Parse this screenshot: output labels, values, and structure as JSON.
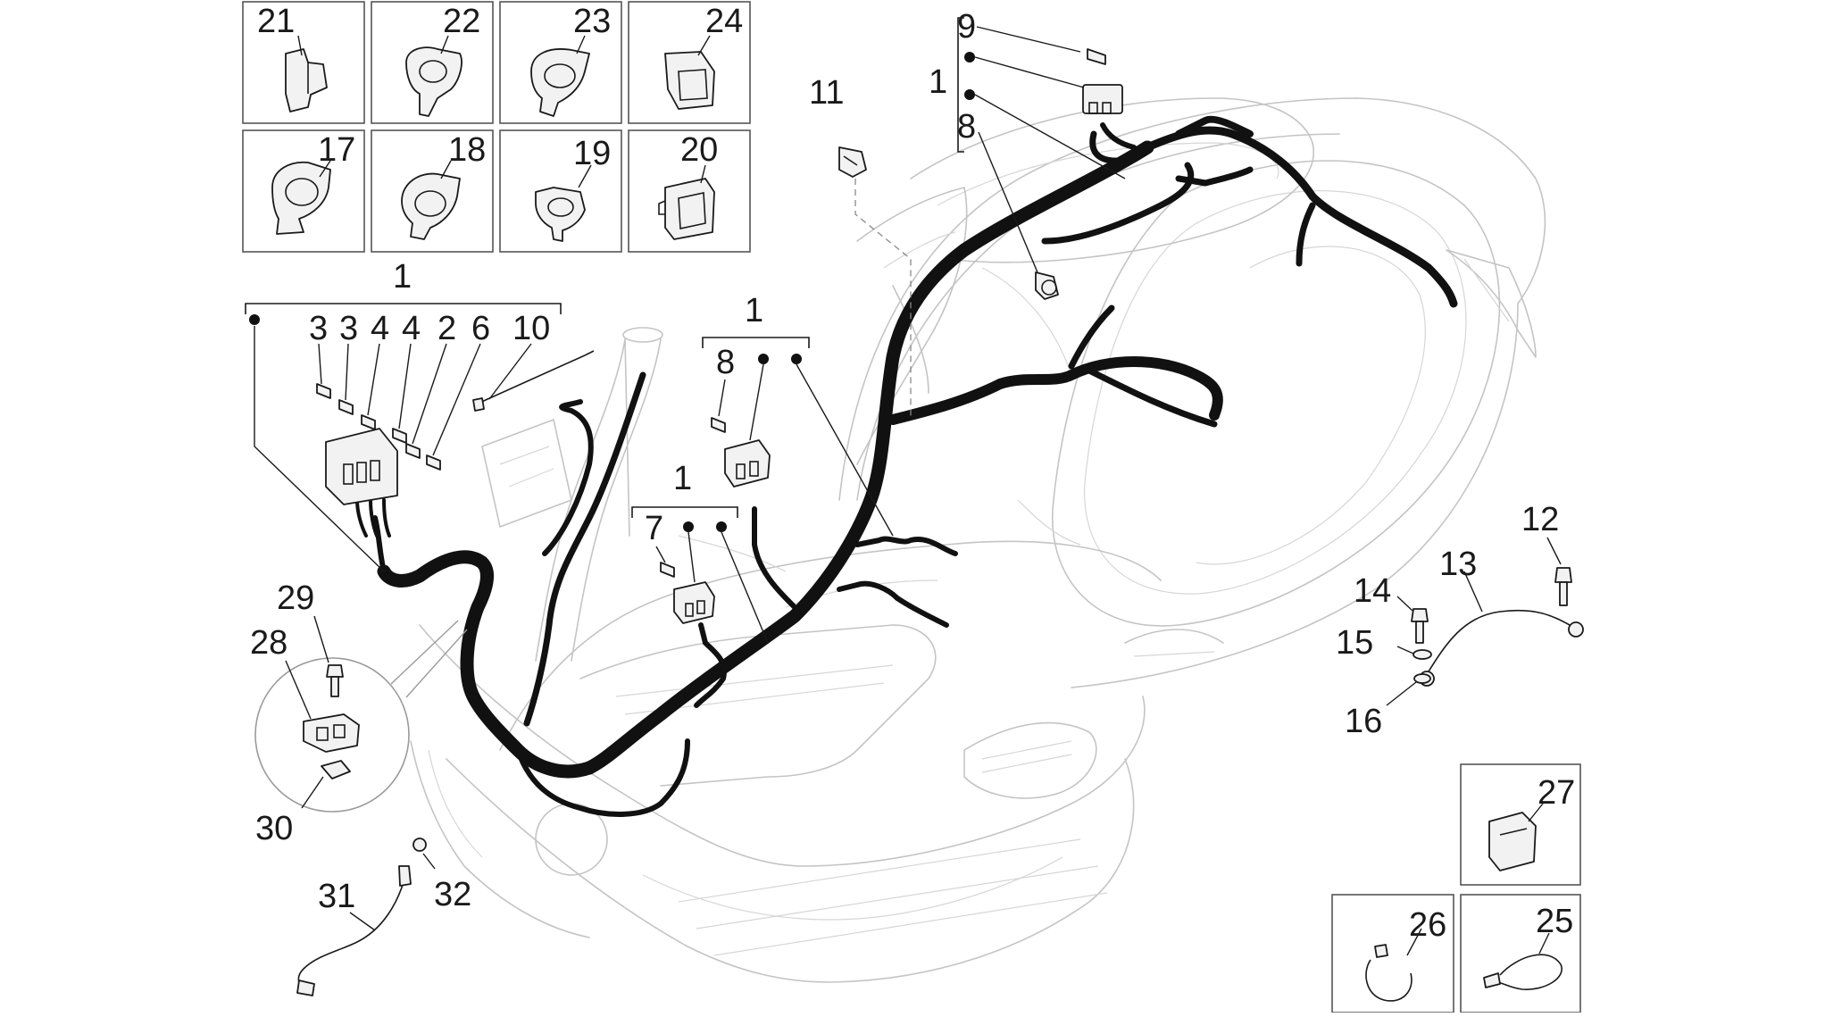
{
  "callouts": {
    "c21": "21",
    "c22": "22",
    "c23": "23",
    "c24": "24",
    "c17": "17",
    "c18": "18",
    "c19": "19",
    "c20": "20",
    "c1_top": "1",
    "c9": "9",
    "c8_top": "8",
    "c11": "11",
    "c1_left": "1",
    "c3a": "3",
    "c3b": "3",
    "c4a": "4",
    "c4b": "4",
    "c2": "2",
    "c6": "6",
    "c10": "10",
    "c1_mid": "1",
    "c8_mid": "8",
    "c1_low": "1",
    "c7": "7",
    "c29": "29",
    "c28": "28",
    "c30": "30",
    "c12": "12",
    "c13": "13",
    "c14": "14",
    "c15": "15",
    "c16": "16",
    "c27": "27",
    "c26": "26",
    "c25": "25",
    "c31": "31",
    "c32": "32"
  }
}
